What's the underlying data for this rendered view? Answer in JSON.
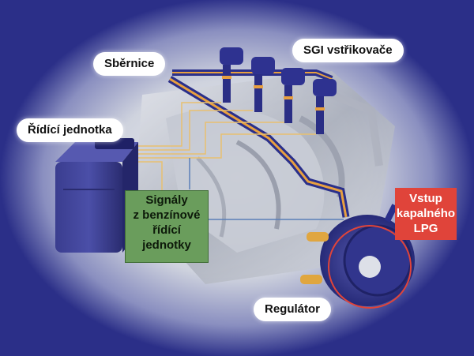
{
  "labels": {
    "bus": "Sběrnice",
    "injectors": "SGI vstřikovače",
    "ecu": "Řídící jednotka",
    "regulator": "Regulátor"
  },
  "signals_box": {
    "line1": "Signály",
    "line2": "z benzínové",
    "line3": "řídící",
    "line4": "jednotky"
  },
  "lpg_box": {
    "line1": "Vstup",
    "line2": "kapalného",
    "line3": "LPG"
  },
  "colors": {
    "background": "#2b2f88",
    "vignette_light": "#d9dde6",
    "signals_box": "#6a9d5c",
    "lpg_box": "#e0443a",
    "pipe_orange": "#e8a040",
    "wire_blue": "#2a2f8a",
    "engine_metal": "#b9bec8"
  }
}
